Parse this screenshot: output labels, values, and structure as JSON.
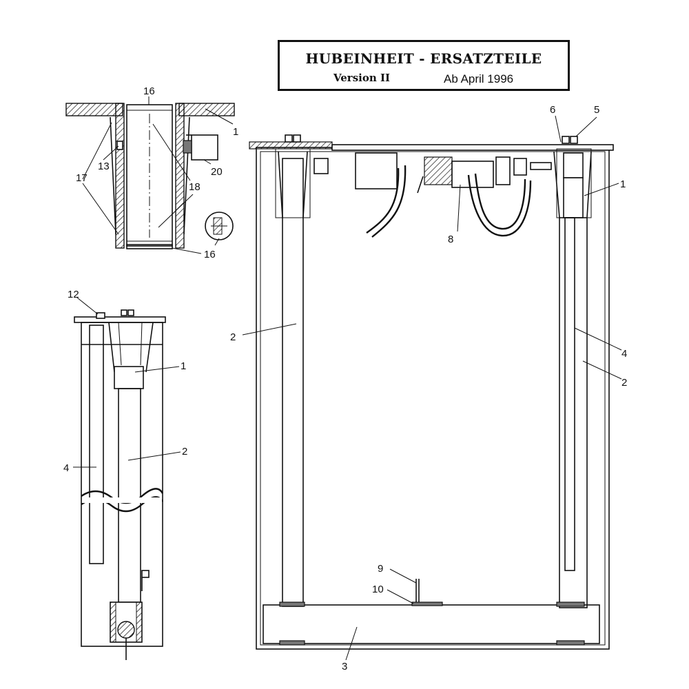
{
  "title": {
    "main": "HUBEINHEIT - ERSATZTEILE",
    "version": "Version II",
    "date": "Ab April 1996"
  },
  "callouts": {
    "detail": [
      "16",
      "1",
      "13",
      "20",
      "17",
      "18",
      "16"
    ],
    "side": [
      "12",
      "1",
      "2",
      "4"
    ],
    "main": [
      "6",
      "5",
      "1",
      "8",
      "2",
      "4",
      "2",
      "9",
      "10",
      "3"
    ]
  }
}
